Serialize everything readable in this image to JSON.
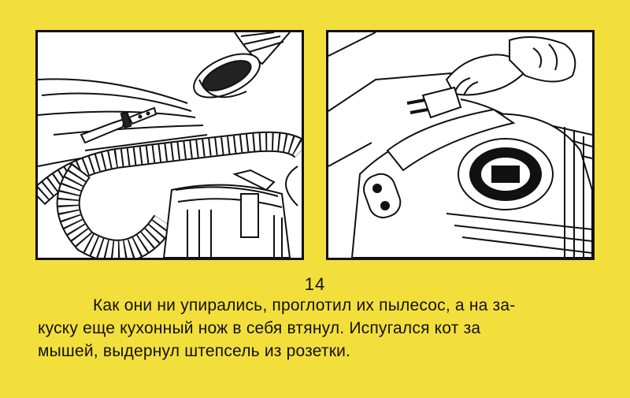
{
  "page": {
    "number": "14",
    "caption_lines": [
      "Как они ни упирались, проглотил их пылесос, а на за-",
      "куску еще кухонный нож в себя втянул. Испугался кот за",
      "мышей, выдернул штепсель из розетки."
    ]
  },
  "colors": {
    "background": "#f3df3c",
    "ink": "#111111",
    "panel": "#ffffff"
  },
  "illustrations": {
    "left": [
      "vacuum-nozzle-icon",
      "kitchen-knife-icon",
      "vacuum-hose-icon",
      "vacuum-cleaner-icon"
    ],
    "right": [
      "hand-icon",
      "electric-plug-icon",
      "vacuum-cleaner-icon"
    ]
  }
}
